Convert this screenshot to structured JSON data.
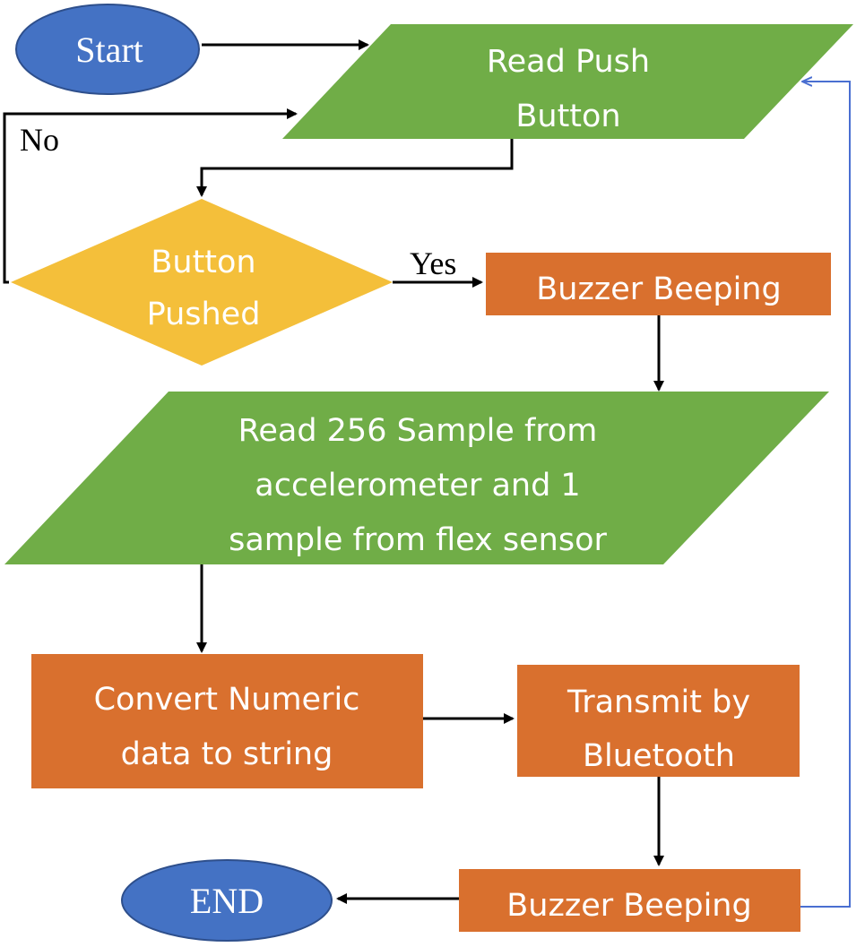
{
  "nodes": {
    "start": {
      "text": "Start"
    },
    "read_push_button": {
      "lines": [
        "Read Push",
        "Button"
      ]
    },
    "button_pushed": {
      "lines": [
        "Button",
        "Pushed"
      ]
    },
    "buzzer_beeping_1": {
      "text": "Buzzer Beeping"
    },
    "read_samples": {
      "lines": [
        "Read 256 Sample from",
        "accelerometer and 1",
        "sample from flex sensor"
      ]
    },
    "convert_data": {
      "lines": [
        "Convert Numeric",
        "data to string"
      ]
    },
    "transmit": {
      "lines": [
        "Transmit by",
        "Bluetooth"
      ]
    },
    "buzzer_beeping_2": {
      "text": "Buzzer Beeping"
    },
    "end": {
      "text": "END"
    }
  },
  "edges": {
    "no_label": "No",
    "yes_label": "Yes"
  },
  "colors": {
    "terminal": "#4472c4",
    "io": "#70ad47",
    "decision": "#f4bf3a",
    "process": "#d9702e",
    "arrow": "#000000",
    "loop_arrow": "#4a6fd1"
  }
}
